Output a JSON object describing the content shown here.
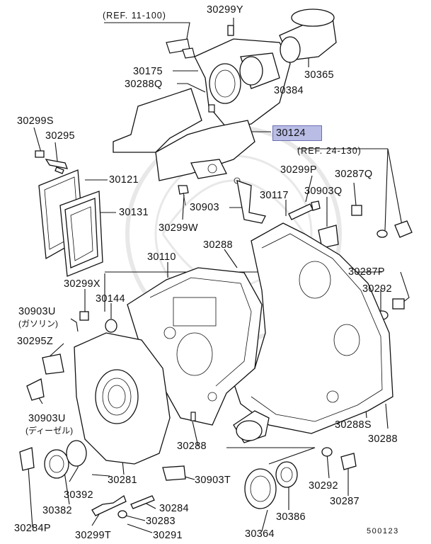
{
  "diagram": {
    "references": [
      "(REF. 11-100)",
      "(REF. 24-130)"
    ],
    "part_labels": [
      "30299Y",
      "30365",
      "30175",
      "30384",
      "30288Q",
      "30299S",
      "30295",
      "30124",
      "30121",
      "30131",
      "30299P",
      "30287Q",
      "30117",
      "30903Q",
      "30903",
      "30299W",
      "30288",
      "30110",
      "30287P",
      "30292",
      "30299X",
      "30144",
      "30903U",
      "(ガソリン)",
      "30295Z",
      "30903U",
      "(ディーゼル)",
      "30288S",
      "30288",
      "30288",
      "30903T",
      "30281",
      "30392",
      "30292",
      "30287",
      "30386",
      "30382",
      "30284",
      "30283",
      "30284P",
      "30299T",
      "30291",
      "30364"
    ],
    "highlighted_part": "30124",
    "diagram_code": "500123"
  }
}
